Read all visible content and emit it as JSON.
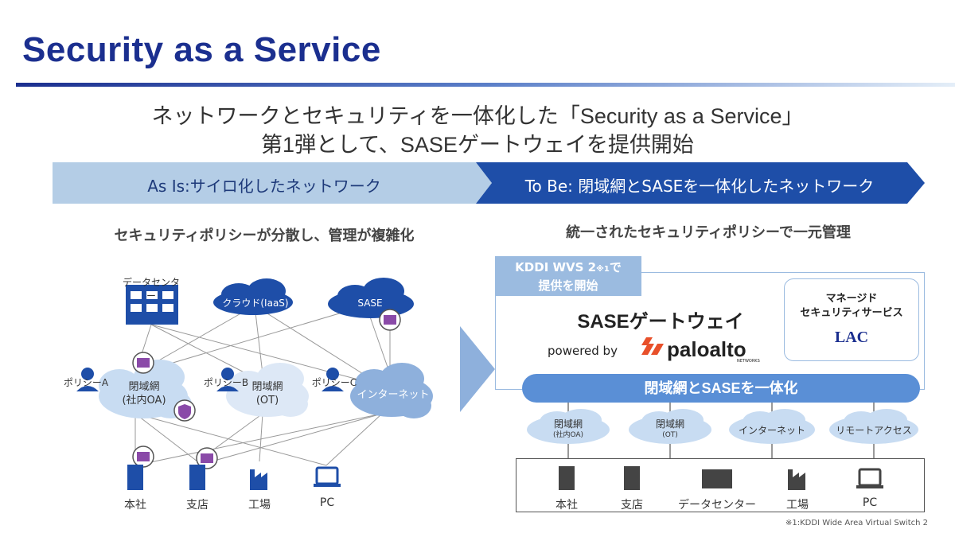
{
  "title": "Security as a Service",
  "subtitle_line1": "ネットワークとセキュリティを一体化した「Security as a Service」",
  "subtitle_line2": "第1弾として、SASEゲートウェイを提供開始",
  "as_is": {
    "banner": "As Is:サイロ化したネットワーク",
    "caption": "セキュリティポリシーが分散し、管理が複雑化",
    "clouds": {
      "datacenter": "データセンター",
      "iaas": "クラウド(IaaS)",
      "sase": "SASE",
      "oa": "閉域網\n(社内OA)",
      "ot": "閉域網\n(OT)",
      "internet": "インターネット"
    },
    "policies": [
      "ポリシーA",
      "ポリシーB",
      "ポリシーC"
    ],
    "nodes": [
      "本社",
      "支店",
      "工場",
      "PC"
    ]
  },
  "to_be": {
    "banner": "To Be: 閉域網とSASEを一体化したネットワーク",
    "caption": "統一されたセキュリティポリシーで一元管理",
    "kddi_line1": "KDDI WVS 2",
    "kddi_note": "※1",
    "kddi_suffix": "で",
    "kddi_line2": "提供を開始",
    "gateway": "SASEゲートウェイ",
    "powered_by": "powered by",
    "paloalto": "paloalto",
    "paloalto_sub": "NETWORKS",
    "managed_line1": "マネージド",
    "managed_line2": "セキュリティサービス",
    "lac": "LAC",
    "unify": "閉域網とSASEを一体化",
    "clouds": [
      {
        "main": "閉域網",
        "sub": "(社内OA)"
      },
      {
        "main": "閉域網",
        "sub": "(OT)"
      },
      {
        "main": "インターネット",
        "sub": ""
      },
      {
        "main": "リモートアクセス",
        "sub": ""
      }
    ],
    "nodes": [
      "本社",
      "支店",
      "データセンター",
      "工場",
      "PC"
    ]
  },
  "footnote": "※1:KDDI Wide Area Virtual Switch 2",
  "colors": {
    "title": "#1b2f8f",
    "as_is_banner": "#b4cde6",
    "to_be_banner": "#1e4ea8",
    "cloud": "#c8dcf2",
    "unify_bar": "#5a8fd6",
    "security_badge": "#8a4aa8"
  }
}
